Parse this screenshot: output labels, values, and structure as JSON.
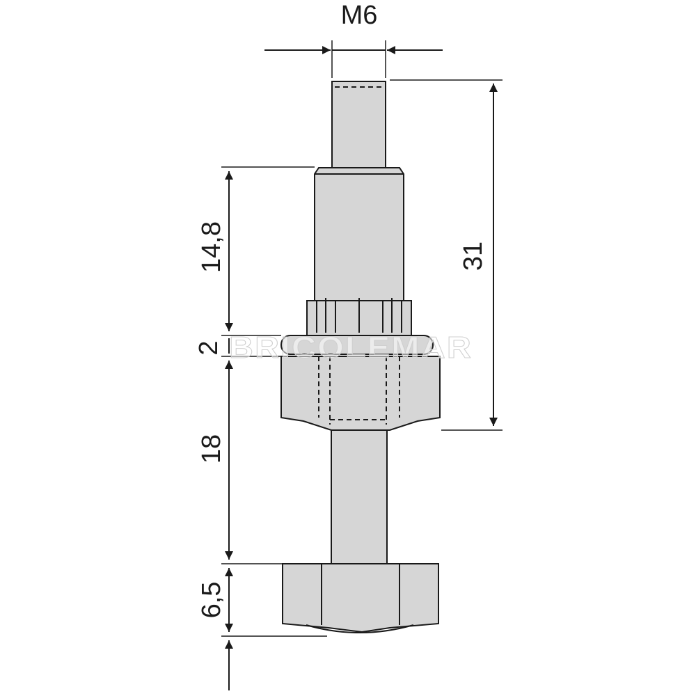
{
  "dimensions": {
    "thread": "M6",
    "total_height": "31",
    "sleeve_height": "14,8",
    "washer_thickness": "2",
    "stem_length": "18",
    "foot_height": "6,5"
  },
  "watermark": "BRICOLEMAR",
  "colors": {
    "metal": "#d6d6d6",
    "outline": "#1a1a1a",
    "background": "#ffffff"
  }
}
